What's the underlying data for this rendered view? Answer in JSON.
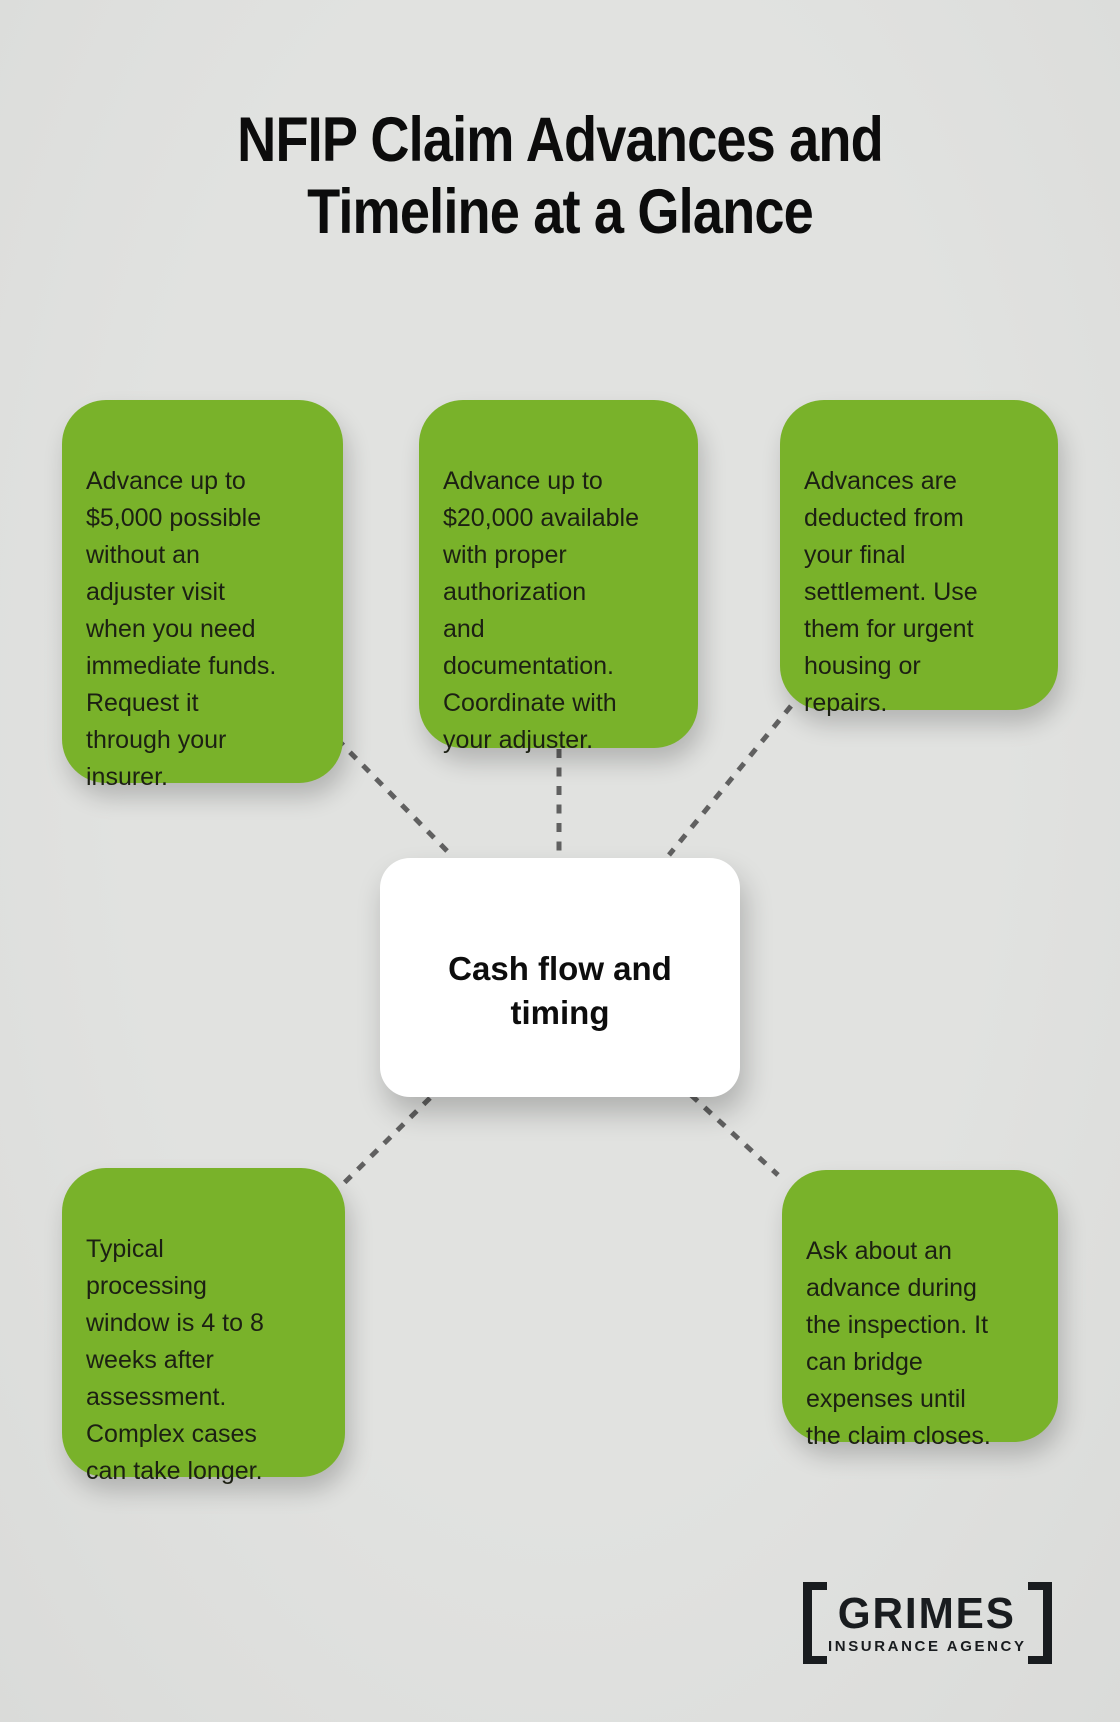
{
  "title": {
    "text": "NFIP Claim Advances and\nTimeline at a Glance"
  },
  "center": {
    "label": "Cash flow and\ntiming"
  },
  "nodes": [
    {
      "id": "advance-5000",
      "text": "Advance up to\n$5,000 possible\nwithout an\nadjuster visit\nwhen you need\nimmediate funds.\nRequest it\nthrough your\ninsurer."
    },
    {
      "id": "advance-20000",
      "text": "Advance up to\n$20,000 available\nwith proper\nauthorization\nand\ndocumentation.\nCoordinate with\nyour adjuster."
    },
    {
      "id": "advances-deducted",
      "text": "Advances are\ndeducted from\nyour final\nsettlement. Use\nthem for urgent\nhousing or\nrepairs."
    },
    {
      "id": "processing-window",
      "text": "Typical\nprocessing\nwindow is 4 to 8\nweeks after\nassessment.\nComplex cases\ncan take longer."
    },
    {
      "id": "ask-about-advance",
      "text": "Ask about an\nadvance during\nthe inspection. It\ncan bridge\nexpenses until\nthe claim closes."
    }
  ],
  "logo": {
    "brand": "GRIMES",
    "tagline": "INSURANCE AGENCY"
  },
  "colors": {
    "background": "#e1e2e0",
    "node_green": "#79b22a",
    "node_text": "#1c2013",
    "center_bg": "#ffffff",
    "center_text": "#0d0d0d",
    "connector": "#606060",
    "title": "#0c0c0c",
    "logo": "#191c1f"
  }
}
